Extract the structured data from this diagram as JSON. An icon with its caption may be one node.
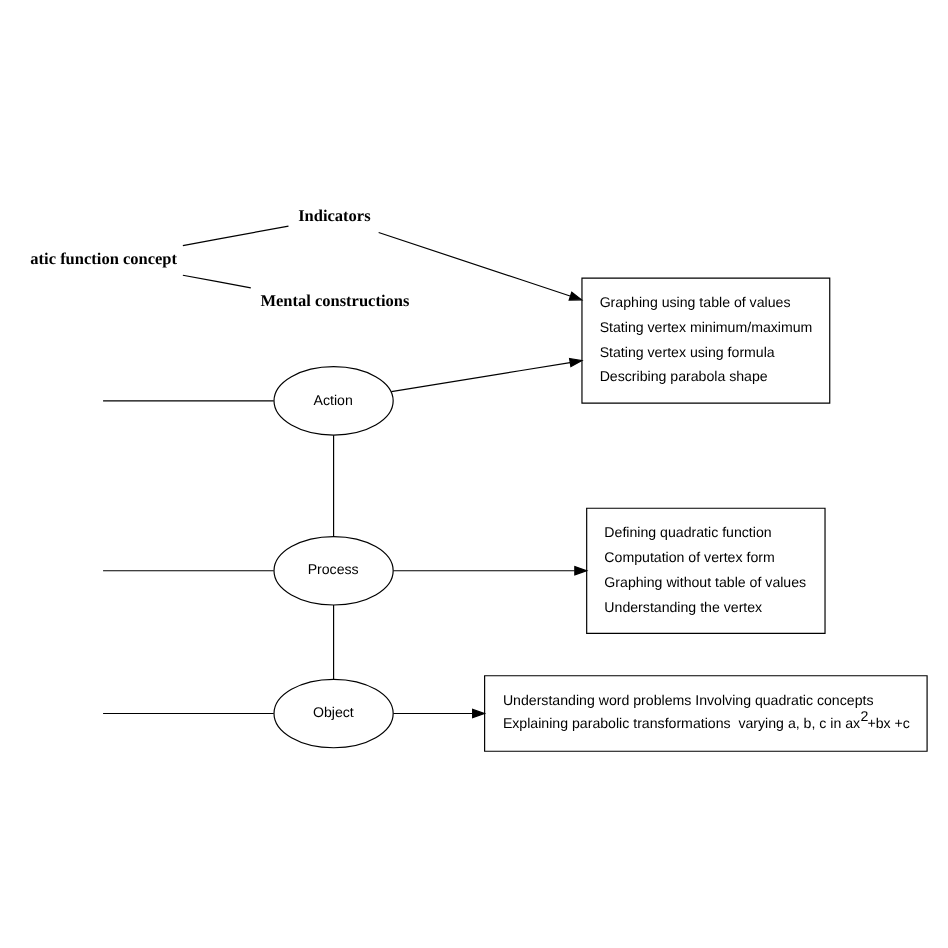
{
  "diagram": {
    "nodes": [
      {
        "text": [
          "atic function concept"
        ]
      },
      {
        "text": [
          "Indicators"
        ]
      },
      {
        "text": [
          "Mental constructions"
        ]
      },
      {
        "text": [
          "Action"
        ]
      },
      {
        "text": [
          "Process"
        ]
      },
      {
        "text": [
          "Object"
        ]
      },
      {
        "text": [
          "Graphing using table of values",
          "Stating vertex minimum/maximum",
          "Stating vertex using formula",
          "Describing parabola shape"
        ]
      },
      {
        "text": [
          "Defining quadratic function",
          "Computation of vertex form",
          "Graphing without table of values",
          "Understanding the vertex"
        ]
      },
      {
        "text": [
          "Understanding word problems Involving quadratic concepts",
          "Explaining parabolic transformations  varying a, b, c in ax$^{2}$+bx +c"
        ]
      }
    ],
    "edges": [
      {
        "from": 0,
        "to": 2,
        "arrow": "none"
      },
      {
        "from": 0,
        "to": 1,
        "arrow": "none"
      },
      {
        "from": 1,
        "to": 6,
        "arrow": "to"
      },
      {
        "from": 3,
        "to": 6,
        "arrow": "to"
      },
      {
        "from": 3,
        "to": 4,
        "arrow": "none"
      },
      {
        "from": 4,
        "to": 7,
        "arrow": "to"
      },
      {
        "from": 4,
        "to": 5,
        "arrow": "none"
      },
      {
        "from": 5,
        "to": 8,
        "arrow": "to"
      },
      {
        "from": null,
        "to": 3,
        "arrow": "none"
      },
      {
        "from": null,
        "to": 4,
        "arrow": "none"
      },
      {
        "from": null,
        "to": 5,
        "arrow": "none"
      }
    ]
  }
}
